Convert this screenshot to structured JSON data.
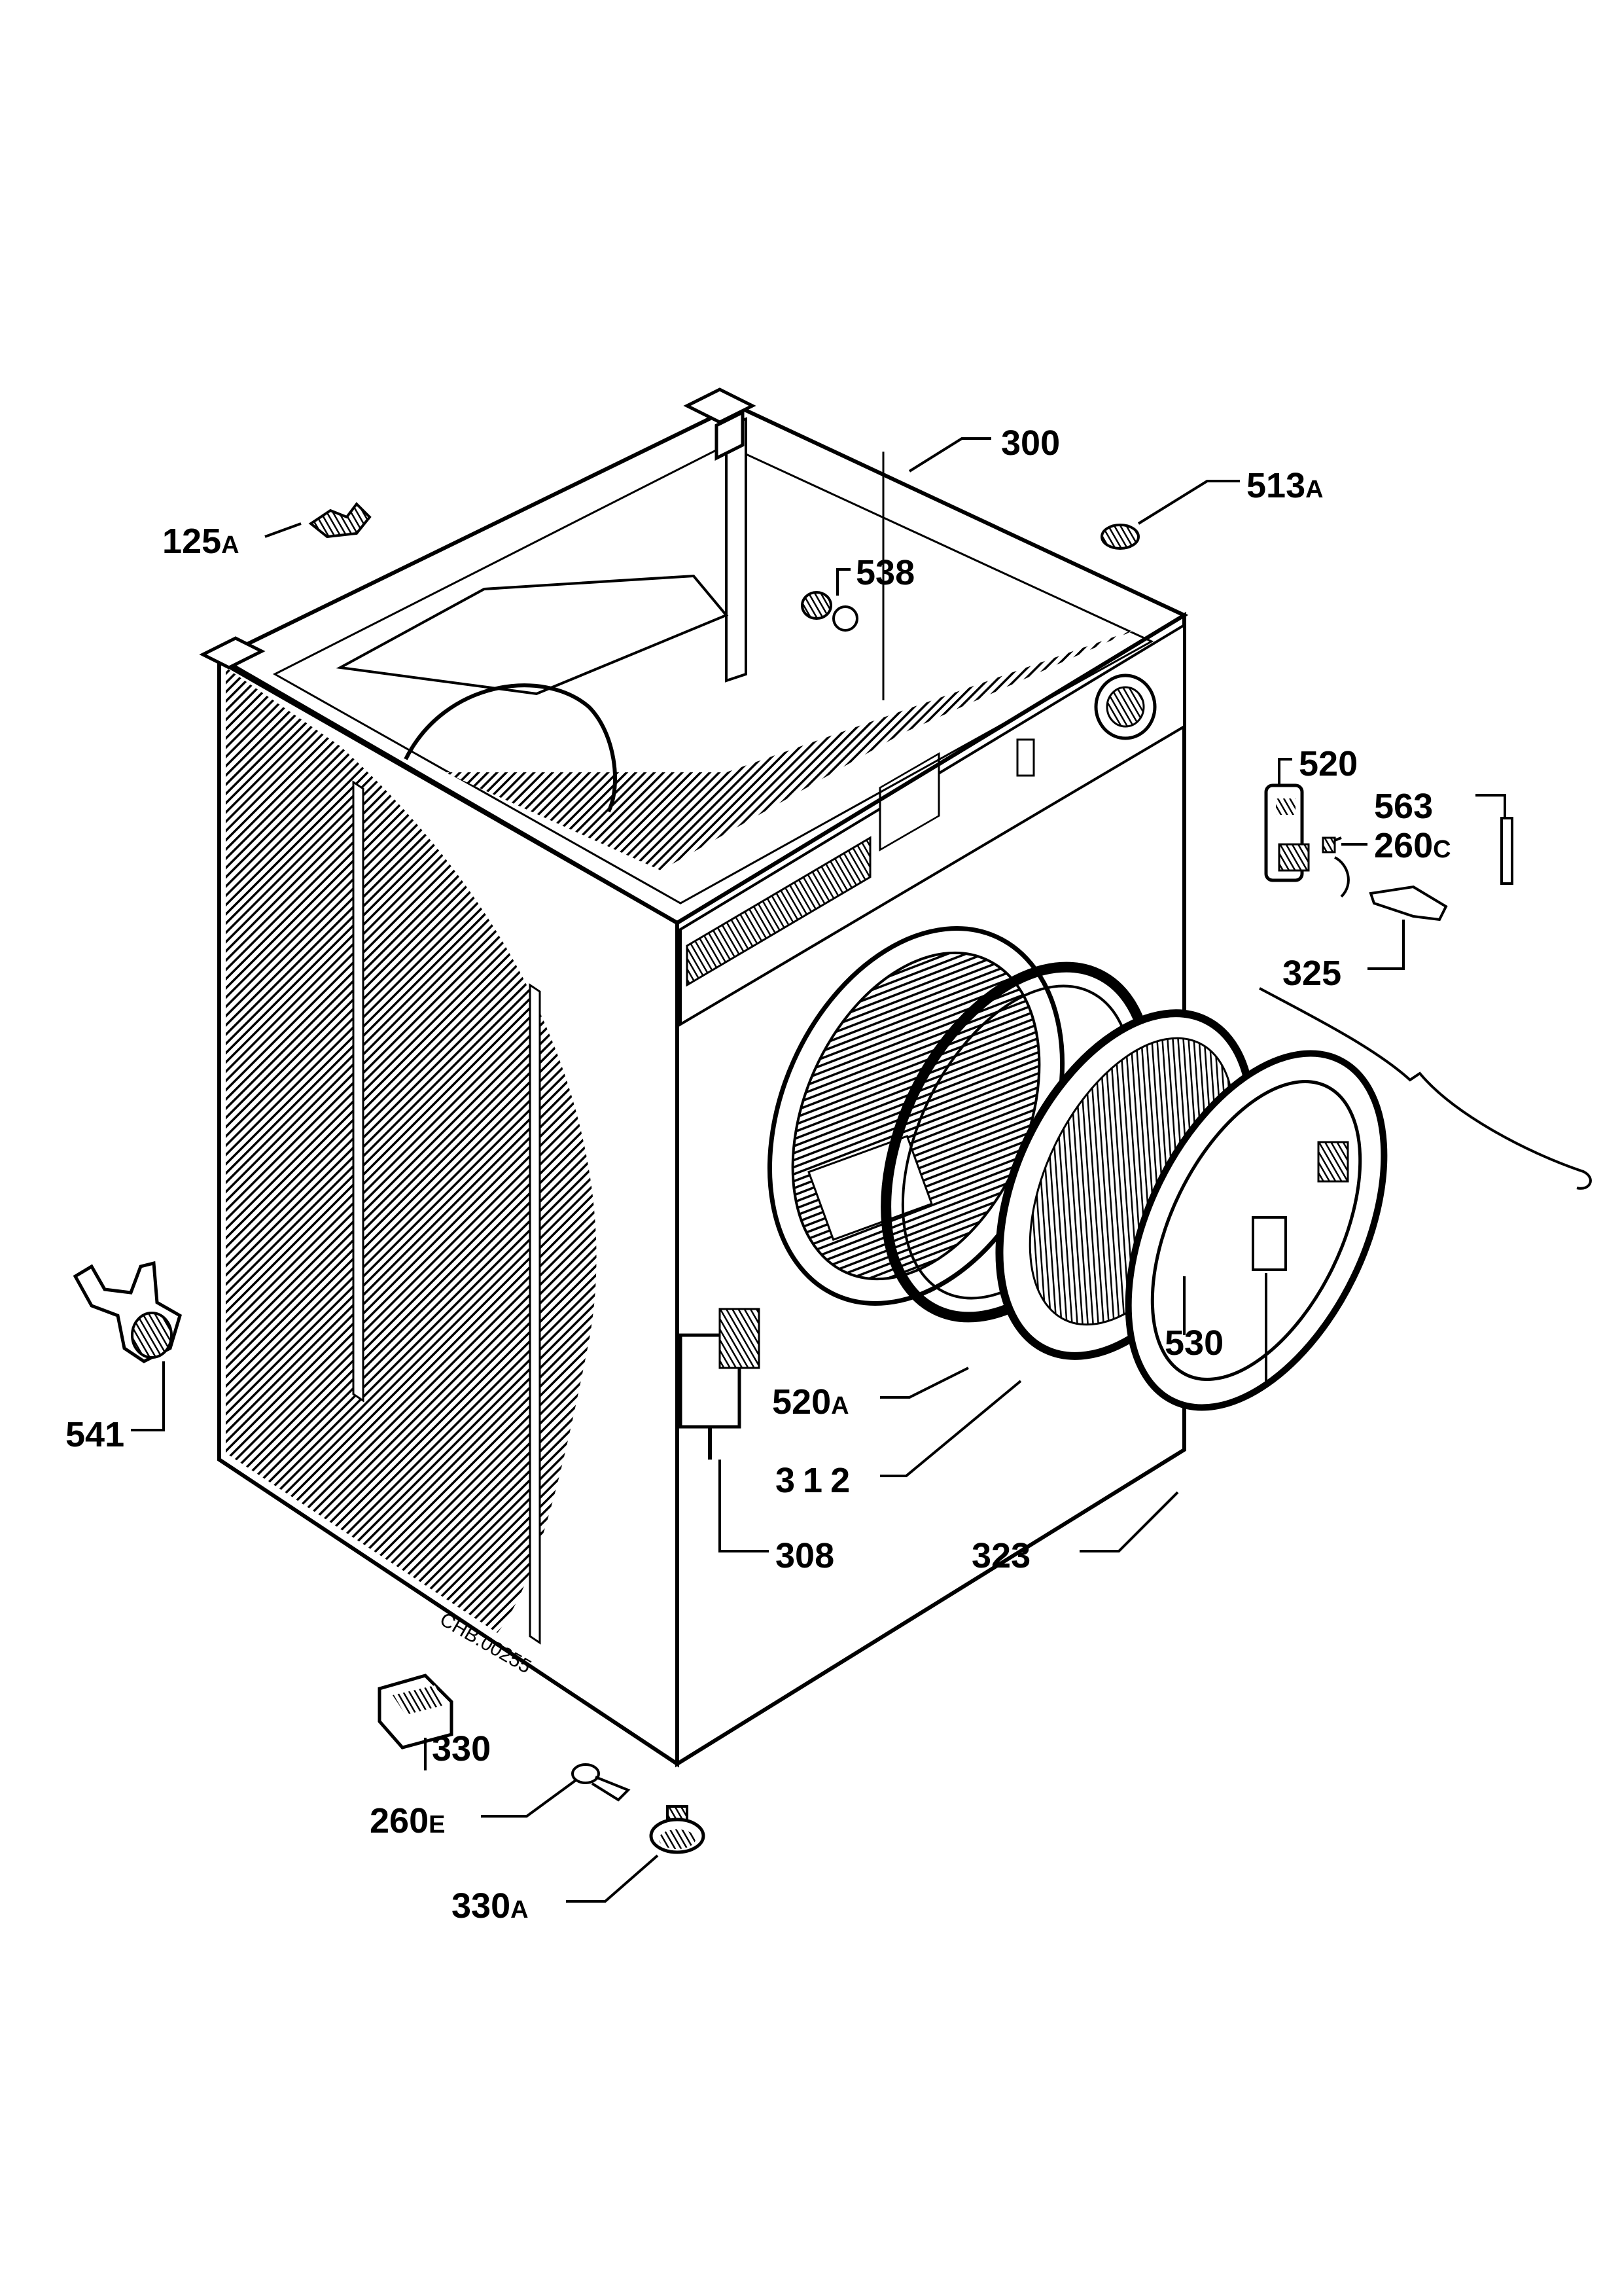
{
  "drawing_code": "CHB.00255",
  "parts": [
    {
      "id": "p300",
      "num": "300",
      "suffix": ""
    },
    {
      "id": "p513a",
      "num": "513",
      "suffix": "A"
    },
    {
      "id": "p125a",
      "num": "125",
      "suffix": "A"
    },
    {
      "id": "p538",
      "num": "538",
      "suffix": ""
    },
    {
      "id": "p520",
      "num": "520",
      "suffix": ""
    },
    {
      "id": "p563",
      "num": "563",
      "suffix": ""
    },
    {
      "id": "p260c",
      "num": "260",
      "suffix": "C"
    },
    {
      "id": "p325",
      "num": "325",
      "suffix": ""
    },
    {
      "id": "p530",
      "num": "530",
      "suffix": ""
    },
    {
      "id": "p520a",
      "num": "520",
      "suffix": "A"
    },
    {
      "id": "p312",
      "num": "312",
      "suffix": ""
    },
    {
      "id": "p308",
      "num": "308",
      "suffix": ""
    },
    {
      "id": "p323",
      "num": "323",
      "suffix": ""
    },
    {
      "id": "p541",
      "num": "541",
      "suffix": ""
    },
    {
      "id": "p330",
      "num": "330",
      "suffix": ""
    },
    {
      "id": "p260e",
      "num": "260",
      "suffix": "E"
    },
    {
      "id": "p330a",
      "num": "330",
      "suffix": "A"
    }
  ]
}
